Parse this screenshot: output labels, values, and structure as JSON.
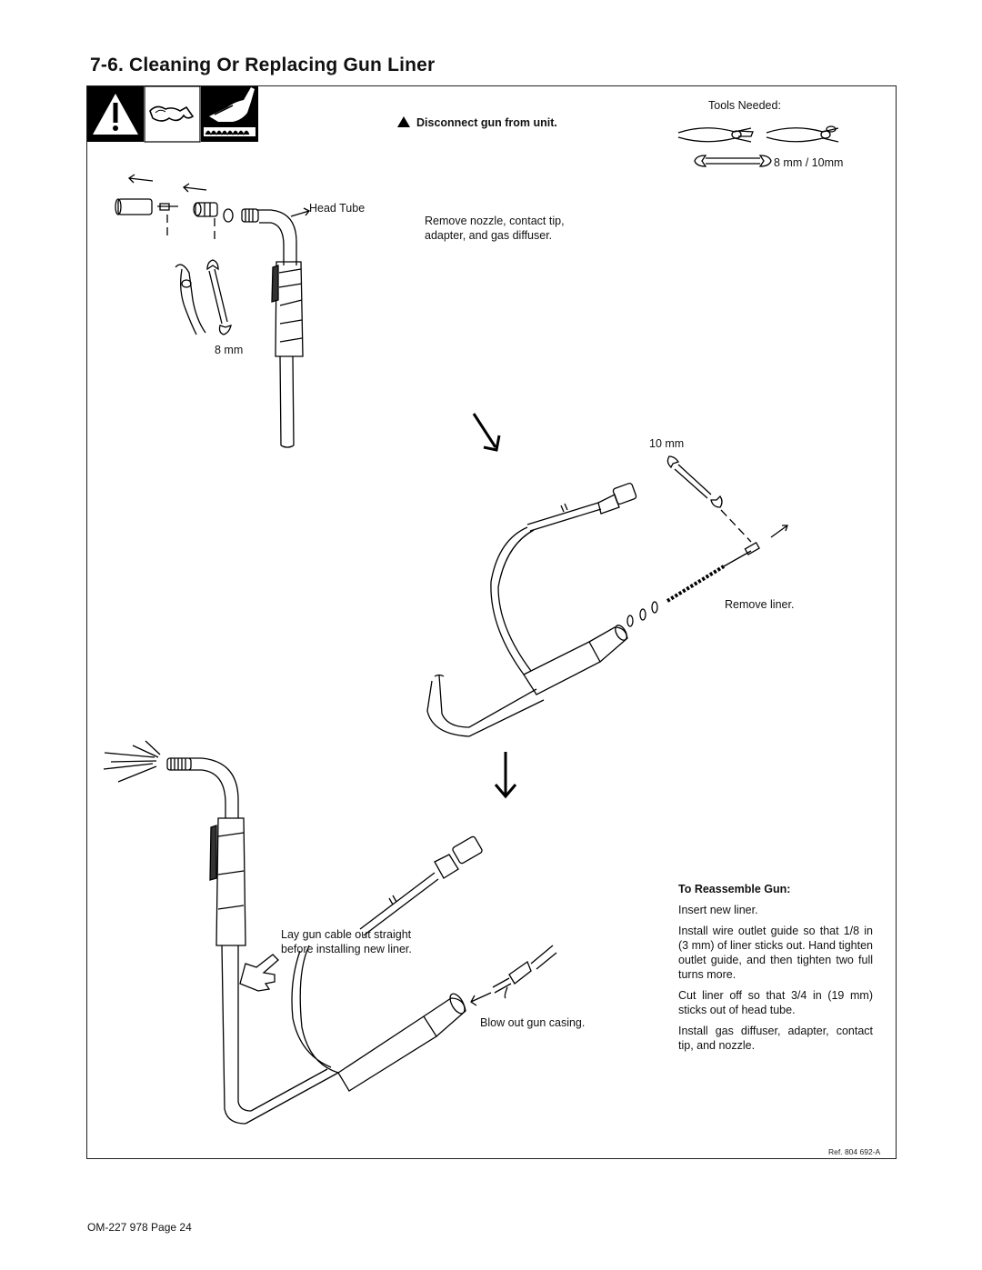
{
  "section": {
    "title": "7-6.   Cleaning Or Replacing Gun Liner"
  },
  "warning": {
    "text": "Disconnect gun from unit.",
    "icon": "warning-triangle-icon"
  },
  "tools": {
    "label": "Tools Needed:",
    "wrench_size": "8 mm / 10mm"
  },
  "step1": {
    "head_tube_label": "Head Tube",
    "wrench_label": "8 mm",
    "instruction": [
      "Remove nozzle, contact tip,",
      "adapter, and gas diffuser."
    ]
  },
  "step2": {
    "wrench_label": "10 mm",
    "instruction": "Remove liner."
  },
  "step3": {
    "lay_instruction": [
      "Lay gun cable out straight",
      "before installing new liner."
    ],
    "blow_instruction": "Blow out gun casing."
  },
  "reassemble": {
    "heading": "To Reassemble Gun:",
    "steps": [
      "Insert new liner.",
      "Install wire outlet guide so that 1/8 in (3 mm) of liner sticks out. Hand tighten outlet guide, and then tighten two full turns more.",
      "Cut liner off so that 3/4 in (19 mm) sticks out of head tube.",
      "Install gas diffuser, adapter, contact tip, and nozzle."
    ]
  },
  "reference": "Ref. 804 692-A",
  "footer": "OM-227 978 Page 24"
}
